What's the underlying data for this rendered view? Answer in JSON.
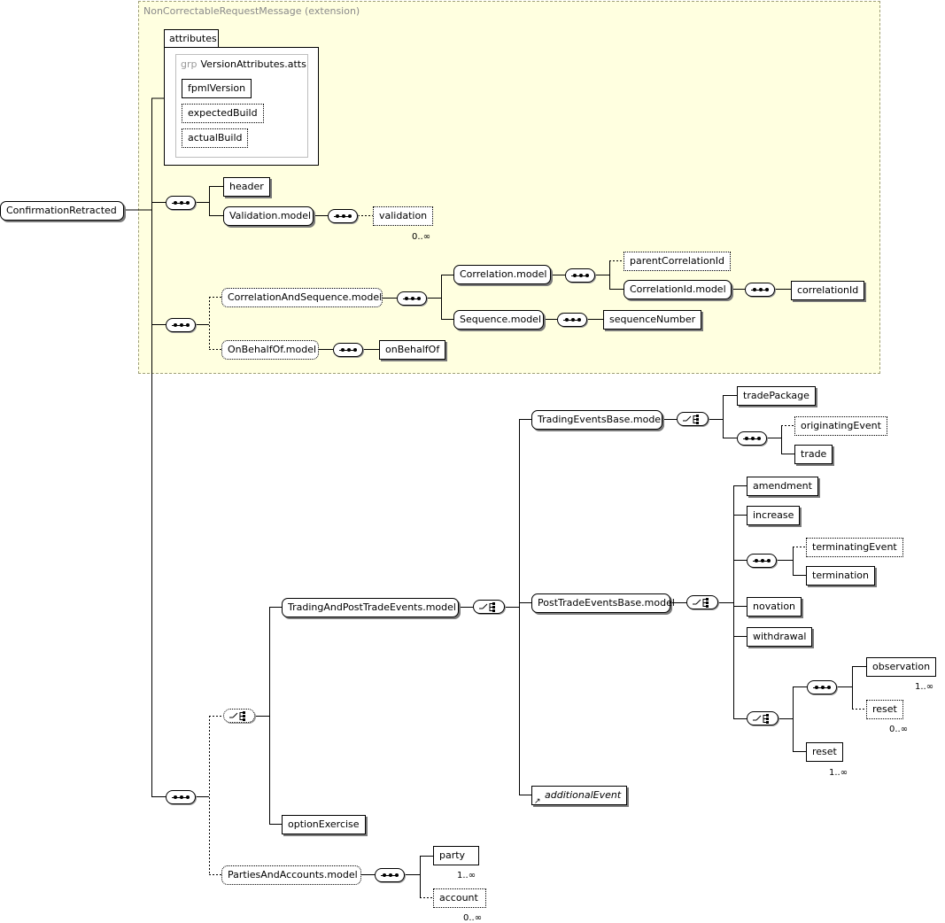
{
  "extension_title": "NonCorrectableRequestMessage (extension)",
  "attributes": {
    "tab_label": "attributes",
    "group_keyword": "grp",
    "group_name": "VersionAttributes.atts",
    "items": [
      "fpmlVersion",
      "expectedBuild",
      "actualBuild"
    ]
  },
  "root": "ConfirmationRetracted",
  "nodes": {
    "header": "header",
    "validation_model": "Validation.model",
    "validation": "validation",
    "correlation_and_sequence_model": "CorrelationAndSequence.model",
    "correlation_model": "Correlation.model",
    "parent_correlation_id": "parentCorrelationId",
    "correlation_id_model": "CorrelationId.model",
    "correlation_id": "correlationId",
    "sequence_model": "Sequence.model",
    "sequence_number": "sequenceNumber",
    "on_behalf_of_model": "OnBehalfOf.model",
    "on_behalf_of": "onBehalfOf",
    "trading_events_base_model": "TradingEventsBase.model",
    "trade_package": "tradePackage",
    "originating_event": "originatingEvent",
    "trade": "trade",
    "amendment": "amendment",
    "increase": "increase",
    "terminating_event": "terminatingEvent",
    "termination": "termination",
    "trading_and_post_trade_events_model": "TradingAndPostTradeEvents.model",
    "post_trade_events_base_model": "PostTradeEventsBase.model",
    "novation": "novation",
    "withdrawal": "withdrawal",
    "observation": "observation",
    "reset_optional": "reset",
    "reset": "reset",
    "additional_event": "additionalEvent",
    "option_exercise": "optionExercise",
    "parties_and_accounts_model": "PartiesAndAccounts.model",
    "party": "party",
    "account": "account"
  },
  "cardinalities": {
    "validation": "0..∞",
    "observation": "1..∞",
    "reset_optional": "0..∞",
    "reset": "1..∞",
    "party": "1..∞",
    "account": "0..∞"
  }
}
